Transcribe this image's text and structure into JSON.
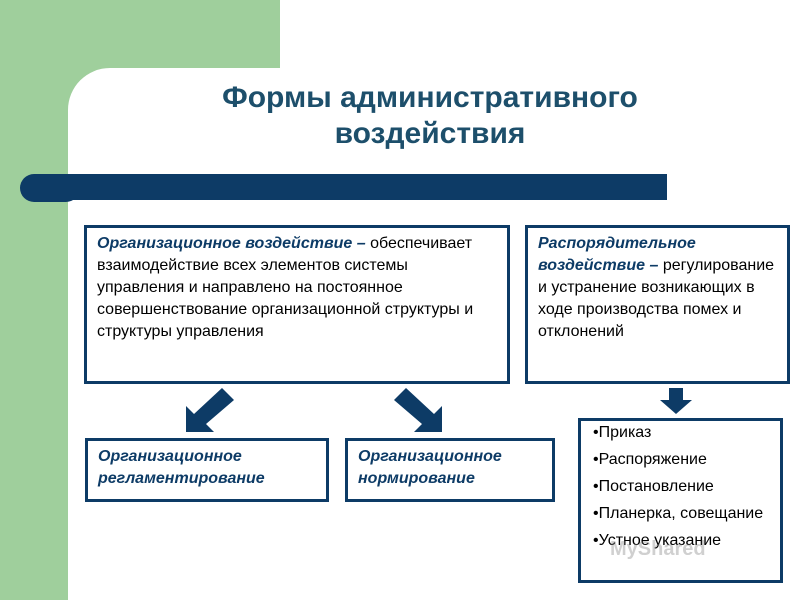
{
  "title": {
    "line1": "Формы административного",
    "line2": "воздействия"
  },
  "org_box": {
    "term": "Организационное воздействие",
    "dash": " –",
    "desc": "обеспечивает взаимодействие всех элементов системы управления и направлено на постоянное совершенствование организационной структуры и структуры управления"
  },
  "disp_box": {
    "term": "Распорядительное воздействие",
    "dash": " –",
    "desc": "регулирование и устранение возникающих в ходе производства помех и отклонений"
  },
  "reg_box": {
    "label": "Организационное регламентирование"
  },
  "norm_box": {
    "label": "Организационное нормирование"
  },
  "list": {
    "items": [
      "•Приказ",
      "•Распоряжение",
      "•Постановление",
      "•Планерка, совещание",
      "•Устное указание"
    ]
  },
  "watermark": "MyShared",
  "colors": {
    "navy": "#0d3b66",
    "green": "#9fcf9c",
    "title": "#1d4f6b"
  }
}
